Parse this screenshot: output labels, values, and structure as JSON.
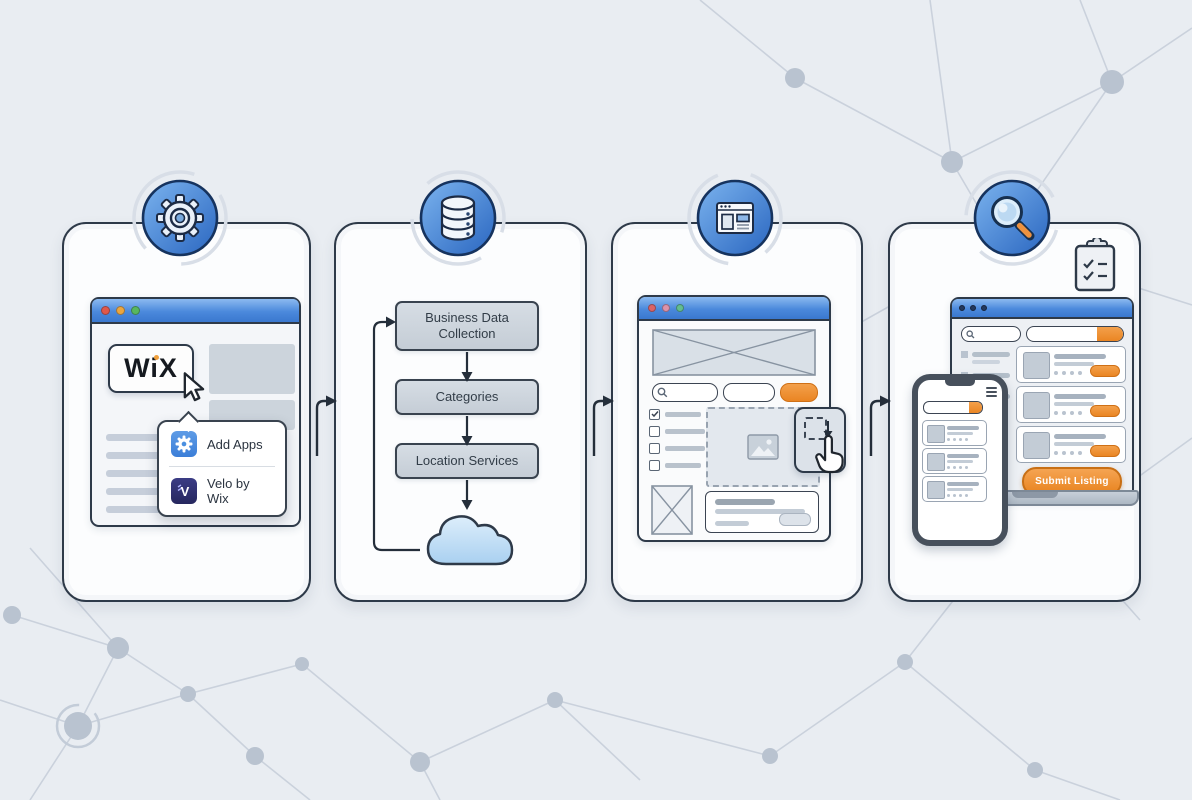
{
  "meta": {
    "description": "Four-step Wix business directory workflow diagram"
  },
  "colors": {
    "background": "#e9edf2",
    "panel_border": "#2e3a49",
    "accent_blue": "#3f7ed3",
    "accent_orange": "#ee8f34",
    "wire_gray": "#c6ceda",
    "cloud_blue": "#bcdcf5",
    "network_line": "#c7cfda"
  },
  "panels": [
    {
      "name": "setup",
      "icon": "gear-icon",
      "browser": {
        "traffic_lights": [
          "red",
          "yellow",
          "green"
        ],
        "logo_text": "WiX"
      },
      "menu": {
        "items": [
          {
            "icon": "add-apps-gear-icon",
            "label": "Add Apps"
          },
          {
            "icon": "velo-icon",
            "icon_letter": "V",
            "label": "Velo by Wix"
          }
        ]
      }
    },
    {
      "name": "data-collection",
      "icon": "database-icon",
      "flow": {
        "steps": [
          "Business Data Collection",
          "Categories",
          "Location Services"
        ],
        "terminal": "cloud",
        "loop": "cloud-back-to-first-step"
      }
    },
    {
      "name": "page-design",
      "icon": "browser-layout-icon",
      "browser": {
        "traffic_lights": [
          "red",
          "pink",
          "green"
        ]
      },
      "elements": [
        "hero-image-placeholder",
        "search-bar",
        "filter-pill",
        "orange-button",
        "checklist",
        "drag-drop-zone",
        "image-placeholder",
        "content-card",
        "drag-chip-with-hand-cursor"
      ]
    },
    {
      "name": "search-publish",
      "icon": "magnifier-icon",
      "aside_icon": "clipboard-checklist-icon",
      "desktop": {
        "submit_button_label": "Submit Listing",
        "listing_cards": 3
      },
      "phone": {
        "listing_cards": 3
      }
    }
  ]
}
